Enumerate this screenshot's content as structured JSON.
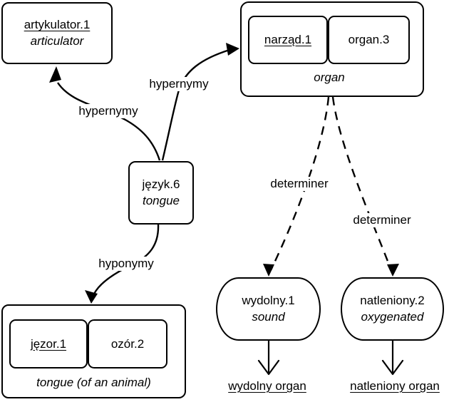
{
  "diagram": {
    "type": "wordnet-relations-graph",
    "language_pair": "Polish / English"
  },
  "colors": {
    "stroke": "#000000",
    "background": "#ffffff",
    "text": "#000000"
  },
  "nodes": {
    "artykulator": {
      "lemma": "artykulator.1",
      "gloss": "articulator"
    },
    "organ": {
      "senses": [
        "narząd.1",
        "organ.3"
      ],
      "label": "organ"
    },
    "jezyk": {
      "lemma": "język.6",
      "gloss": "tongue"
    },
    "tongue_animal": {
      "senses": [
        "jęzor.1",
        "ozór.2"
      ],
      "label": "tongue (of an animal)"
    },
    "wydolny": {
      "lemma": "wydolny.1",
      "gloss": "sound"
    },
    "natleniony": {
      "lemma": "natleniony.2",
      "gloss": "oxygenated"
    }
  },
  "edges": {
    "hypernymy_to_articulator": {
      "label": "hypernymy"
    },
    "hypernymy_to_organ": {
      "label": "hypernymy"
    },
    "hyponymy_to_tongue_animal": {
      "label": "hyponymy"
    },
    "determiner_left": {
      "label": "determiner"
    },
    "determiner_right": {
      "label": "determiner"
    }
  },
  "phrases": {
    "wydolny_organ": "wydolny organ",
    "natleniony_organ": "natleniony organ"
  }
}
